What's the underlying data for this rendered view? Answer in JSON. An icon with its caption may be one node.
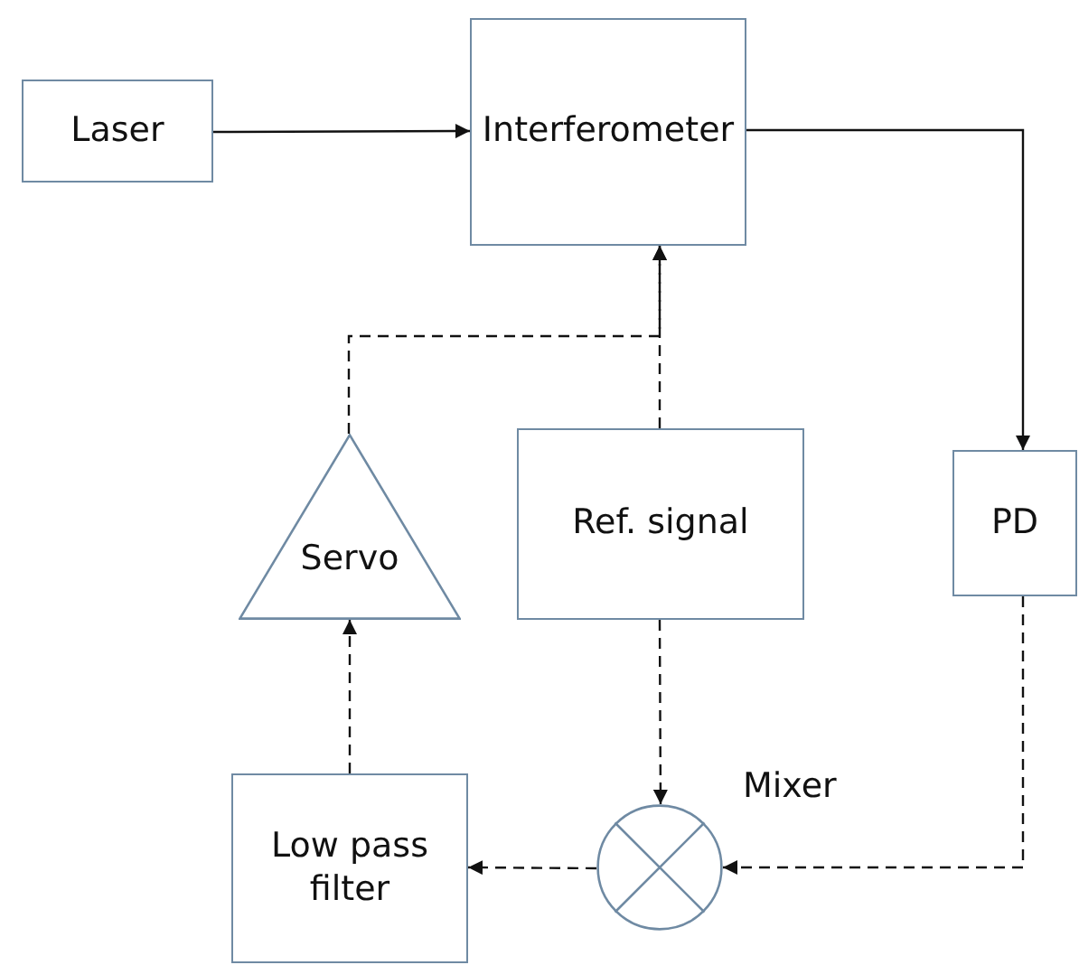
{
  "diagram": {
    "nodes": [
      {
        "text": [
          "Laser"
        ]
      },
      {
        "text": [
          "Interferometer"
        ]
      },
      {
        "text": [
          "Servo"
        ]
      },
      {
        "text": [
          "Ref. signal"
        ]
      },
      {
        "text": [
          "PD"
        ]
      },
      {
        "text": [],
        "shape": "circle",
        "beside": [
          "Mixer"
        ]
      },
      {
        "text": [
          "Low pass filter"
        ]
      }
    ],
    "edges": [
      {
        "from": 0,
        "to": 1,
        "arrow": "to"
      },
      {
        "from": 1,
        "to": 4,
        "arrow": "to"
      },
      {
        "from": 4,
        "to": 5,
        "arrow": "to",
        "style": "dashed"
      },
      {
        "from": 3,
        "to": 5,
        "arrow": "to",
        "style": "dashed"
      },
      {
        "from": 5,
        "to": 6,
        "arrow": "to",
        "style": "dashed"
      },
      {
        "from": 6,
        "to": 2,
        "arrow": "to",
        "style": "dashed"
      },
      {
        "from": 2,
        "to": 1,
        "arrow": "to",
        "style": "dashed"
      },
      {
        "from": 3,
        "to": 1,
        "arrow": "to",
        "style": "dashed"
      }
    ]
  }
}
